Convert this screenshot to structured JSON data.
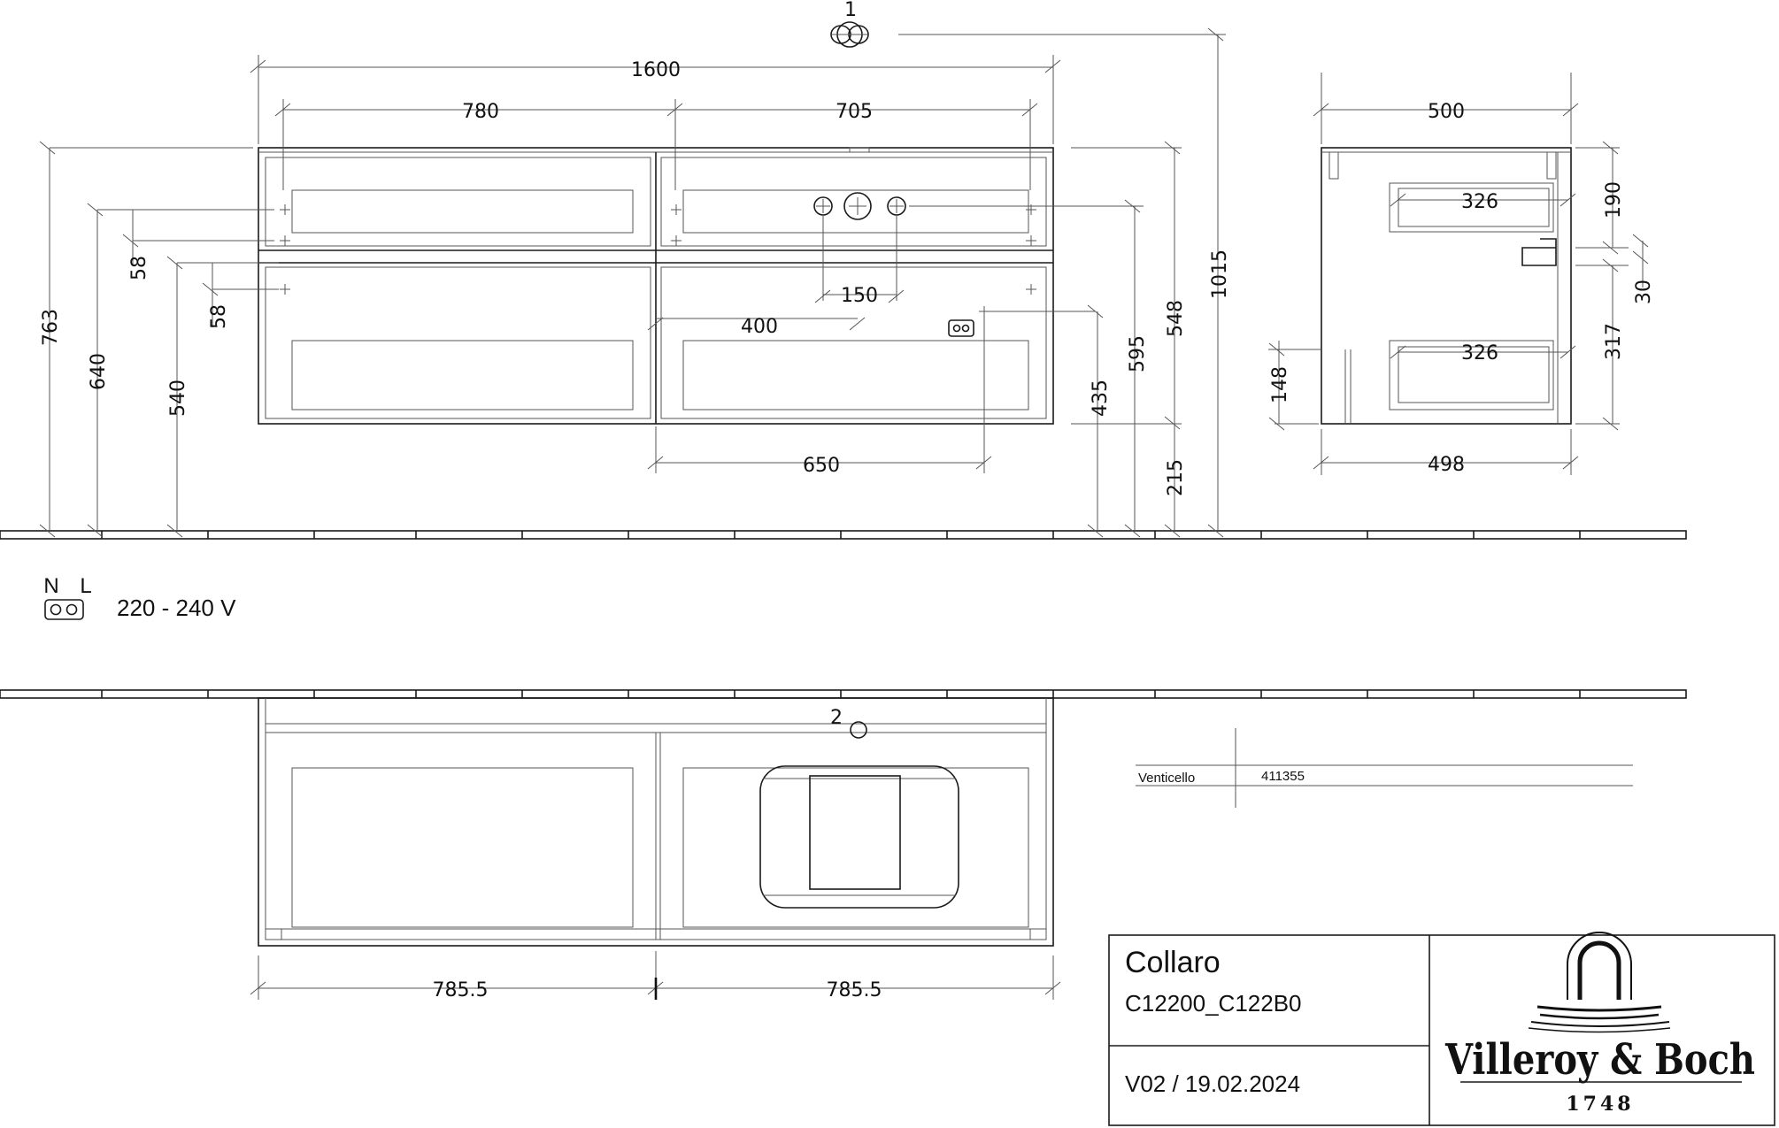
{
  "top_view": {
    "callout_1": "1",
    "dims": {
      "total_width": "1600",
      "left_width": "780",
      "right_width": "705",
      "tap_spacing": "150",
      "tap_offset": "400",
      "socket_offset": "650",
      "h_763": "763",
      "h_640": "640",
      "h_540": "540",
      "h_58a": "58",
      "h_58b": "58",
      "h_435": "435",
      "h_595": "595",
      "h_548": "548",
      "h_215": "215",
      "h_1015": "1015"
    }
  },
  "side_view": {
    "dims": {
      "depth_top": "500",
      "depth_bottom": "498",
      "drawer_upper": "326",
      "drawer_lower": "326",
      "h_190": "190",
      "h_30": "30",
      "h_317": "317",
      "h_148": "148"
    }
  },
  "electrical": {
    "neutral": "N",
    "live": "L",
    "voltage": "220 - 240 V"
  },
  "plan_view": {
    "callout_2": "2",
    "left_half": "785.5",
    "right_half": "785.5"
  },
  "parts_table": {
    "name": "Venticello",
    "number": "411355"
  },
  "title_block": {
    "product": "Collaro",
    "codes": "C12200_C122B0",
    "version": "V02 / 19.02.2024",
    "brand": "Villeroy & Boch",
    "year": "1748"
  },
  "colors": {
    "line": "#1a1a1a",
    "background": "#ffffff"
  }
}
